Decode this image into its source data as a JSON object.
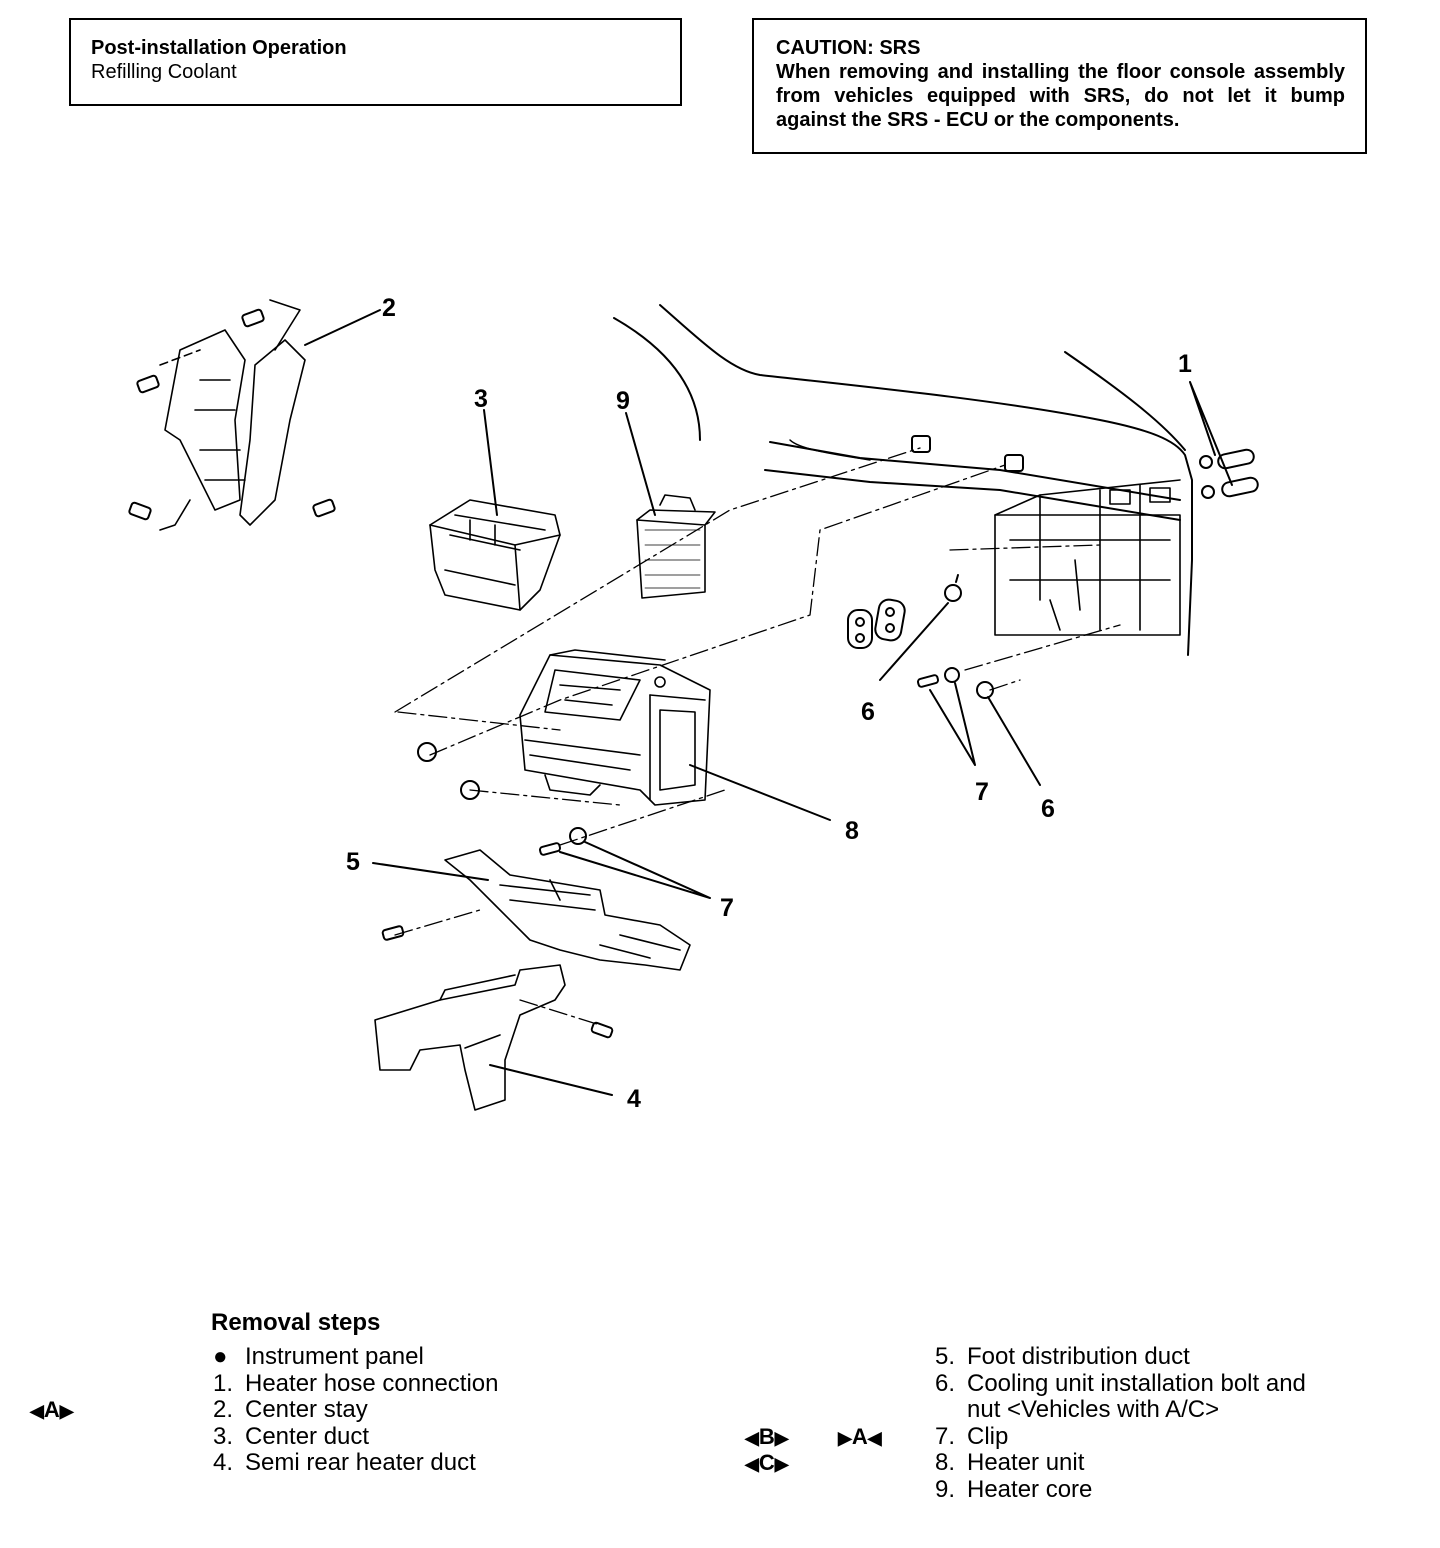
{
  "post_installation": {
    "title": "Post-installation Operation",
    "item": "Refilling Coolant"
  },
  "caution": {
    "title": "CAUTION: SRS",
    "text": "When removing and installing the floor console assembly from vehicles equipped with SRS, do not let it bump against the SRS - ECU or the components."
  },
  "callouts": {
    "c1": "1",
    "c2": "2",
    "c3": "3",
    "c4": "4",
    "c5": "5",
    "c6a": "6",
    "c6b": "6",
    "c7a": "7",
    "c7b": "7",
    "c8": "8",
    "c9": "9"
  },
  "removal": {
    "title": "Removal steps",
    "left_steps": [
      {
        "num": "●",
        "label": "Instrument panel"
      },
      {
        "num": "1.",
        "label": "Heater hose connection"
      },
      {
        "num": "2.",
        "label": "Center stay"
      },
      {
        "num": "3.",
        "label": "Center duct"
      },
      {
        "num": "4.",
        "label": "Semi rear heater duct"
      }
    ],
    "right_steps": [
      {
        "num": "5.",
        "label": "Foot distribution duct"
      },
      {
        "num": "6.",
        "label": "Cooling unit installation bolt and"
      },
      {
        "num": "",
        "label": "nut <Vehicles with A/C>"
      },
      {
        "num": "7.",
        "label": "Clip"
      },
      {
        "num": "8.",
        "label": "Heater unit"
      },
      {
        "num": "9.",
        "label": "Heater core"
      }
    ],
    "marks": {
      "a": "A",
      "b": "B",
      "c": "C",
      "a_install": "A"
    }
  }
}
